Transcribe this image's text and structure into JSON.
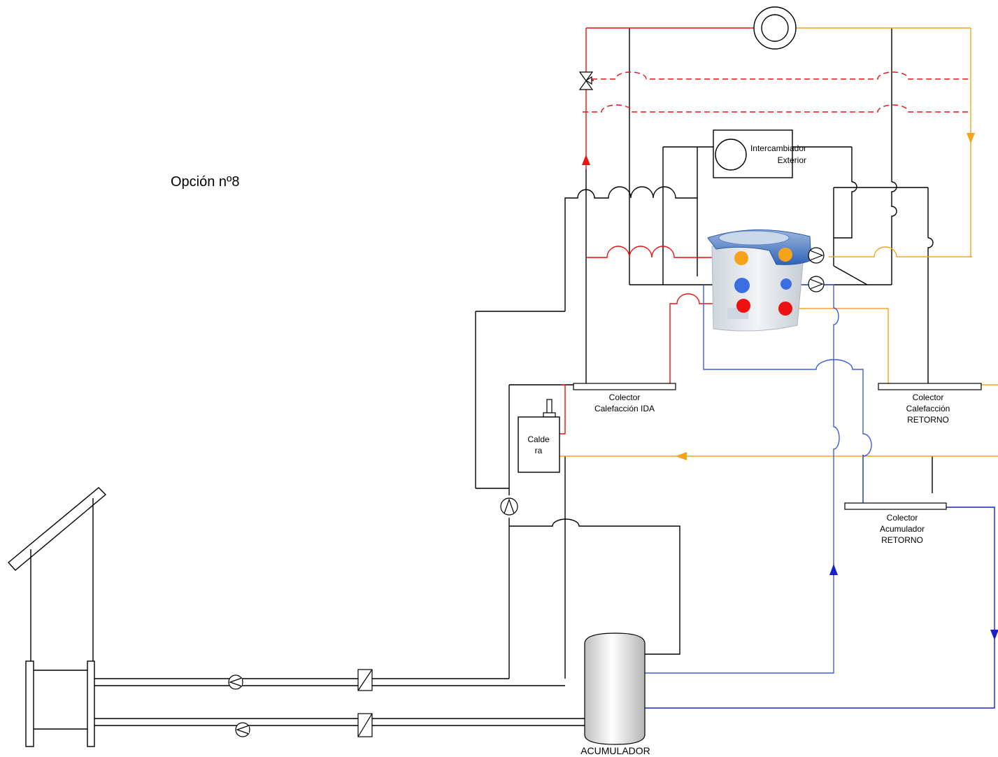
{
  "title": "Opción nº8",
  "labels": {
    "exchanger_l1": "Intercambiador",
    "exchanger_l2": "Exterior",
    "collector_ida_l1": "Colector",
    "collector_ida_l2": "Calefacción IDA",
    "collector_ret_l1": "Colector",
    "collector_ret_l2": "Calefacción",
    "collector_ret_l3": "RETORNO",
    "collector_acc_l1": "Colector",
    "collector_acc_l2": "Acumulador",
    "collector_acc_l3": "RETORNO",
    "boiler_l1": "Calde",
    "boiler_l2": "ra",
    "tank": "ACUMULADOR"
  },
  "colors": {
    "hot": "#ee1111",
    "warm": "#f7a21b",
    "cold": "#1f3fe0",
    "cold_dark": "#2b2f8a",
    "line": "#000000",
    "unit_body": "#e7ebef",
    "unit_top": "#3b73c8"
  },
  "icons": [
    "pump-icon",
    "three-way-valve-icon",
    "heat-exchanger-icon",
    "flow-arrow-icon",
    "solar-panel-icon",
    "heat-pump-icon"
  ]
}
